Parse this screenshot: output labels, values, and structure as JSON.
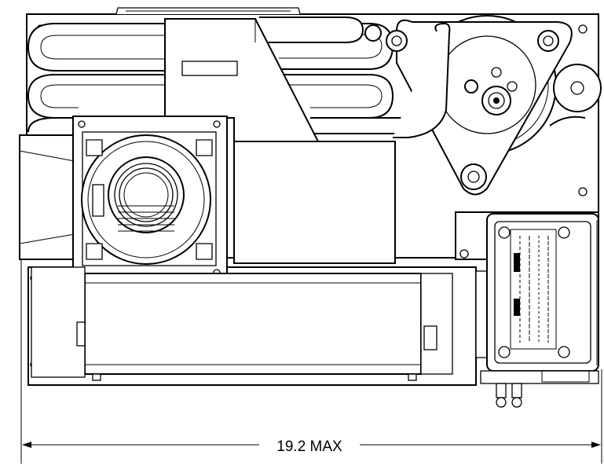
{
  "dimension": {
    "label": "19.2 MAX",
    "value": 19.2,
    "qualifier": "MAX"
  },
  "colors": {
    "line": "#000000",
    "background": "#ffffff"
  },
  "components": [
    "coiled-heat-exchanger-tubes",
    "blower-motor-assembly",
    "control-box",
    "electrical-junction-box",
    "fan-housing"
  ]
}
